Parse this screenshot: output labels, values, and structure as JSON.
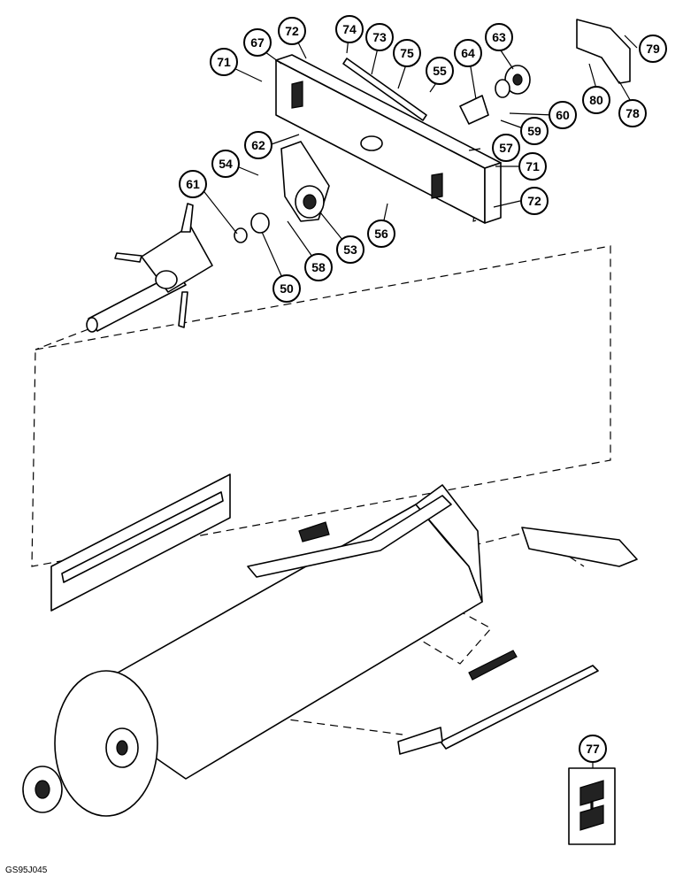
{
  "callouts": {
    "c71a": "71",
    "c67": "67",
    "c72a": "72",
    "c74": "74",
    "c73": "73",
    "c75": "75",
    "c55": "55",
    "c64": "64",
    "c63": "63",
    "c79": "79",
    "c80": "80",
    "c78": "78",
    "c60": "60",
    "c59": "59",
    "c62": "62",
    "c57": "57",
    "c71b": "71",
    "c54": "54",
    "c61": "61",
    "c72b": "72",
    "c56": "56",
    "c53": "53",
    "c58": "58",
    "c50": "50",
    "c77": "77"
  },
  "figure_code": "GS95J045"
}
